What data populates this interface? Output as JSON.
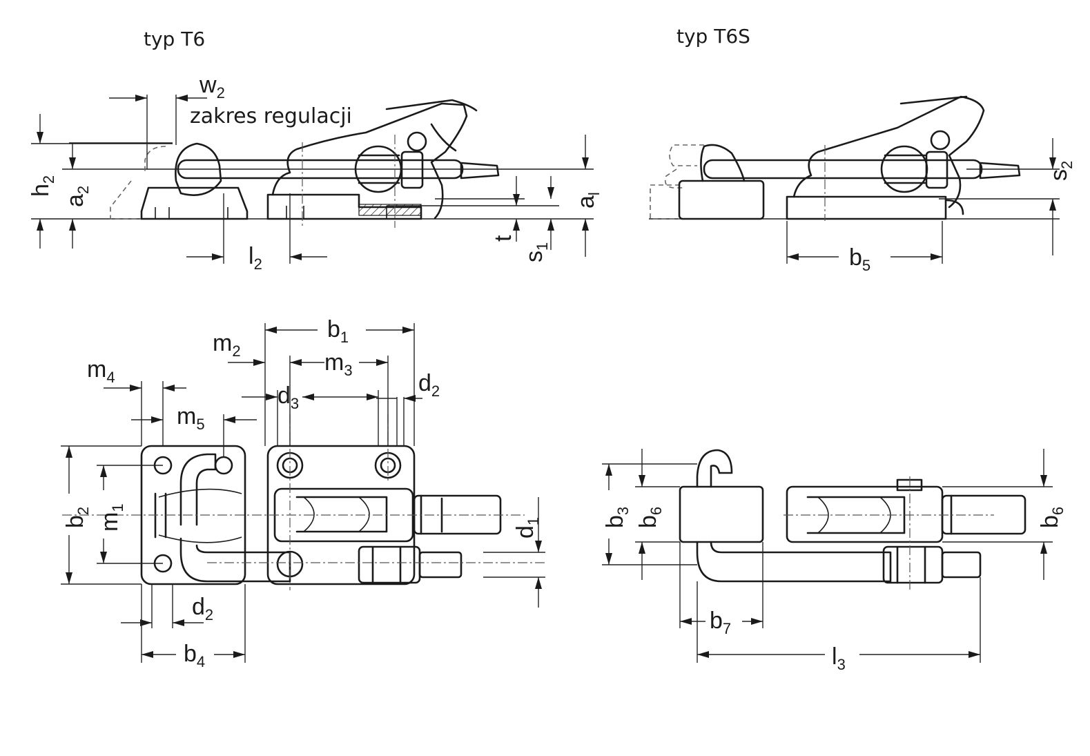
{
  "titles": {
    "left": "typ T6",
    "right": "typ T6S"
  },
  "annotation": "zakres regulacji",
  "dimension_labels": {
    "w2": {
      "base": "w",
      "sub": "2"
    },
    "h2": {
      "base": "h",
      "sub": "2"
    },
    "a2": {
      "base": "a",
      "sub": "2"
    },
    "a1": {
      "base": "a",
      "sub": "l"
    },
    "l2": {
      "base": "l",
      "sub": "2"
    },
    "t": {
      "base": "t",
      "sub": ""
    },
    "s1": {
      "base": "s",
      "sub": "1"
    },
    "s2": {
      "base": "s",
      "sub": "2"
    },
    "b5": {
      "base": "b",
      "sub": "5"
    },
    "b1": {
      "base": "b",
      "sub": "1"
    },
    "m2": {
      "base": "m",
      "sub": "2"
    },
    "m3": {
      "base": "m",
      "sub": "3"
    },
    "m4": {
      "base": "m",
      "sub": "4"
    },
    "m5": {
      "base": "m",
      "sub": "5"
    },
    "d3": {
      "base": "d",
      "sub": "3"
    },
    "d2_top": {
      "base": "d",
      "sub": "2"
    },
    "b2": {
      "base": "b",
      "sub": "2"
    },
    "m1": {
      "base": "m",
      "sub": "1"
    },
    "d1": {
      "base": "d",
      "sub": "1"
    },
    "d2_bottom": {
      "base": "d",
      "sub": "2"
    },
    "b4": {
      "base": "b",
      "sub": "4"
    },
    "b3": {
      "base": "b",
      "sub": "3"
    },
    "b6_left": {
      "base": "b",
      "sub": "6"
    },
    "b6_right": {
      "base": "b",
      "sub": "6"
    },
    "b7": {
      "base": "b",
      "sub": "7"
    },
    "l3": {
      "base": "l",
      "sub": "3"
    }
  }
}
